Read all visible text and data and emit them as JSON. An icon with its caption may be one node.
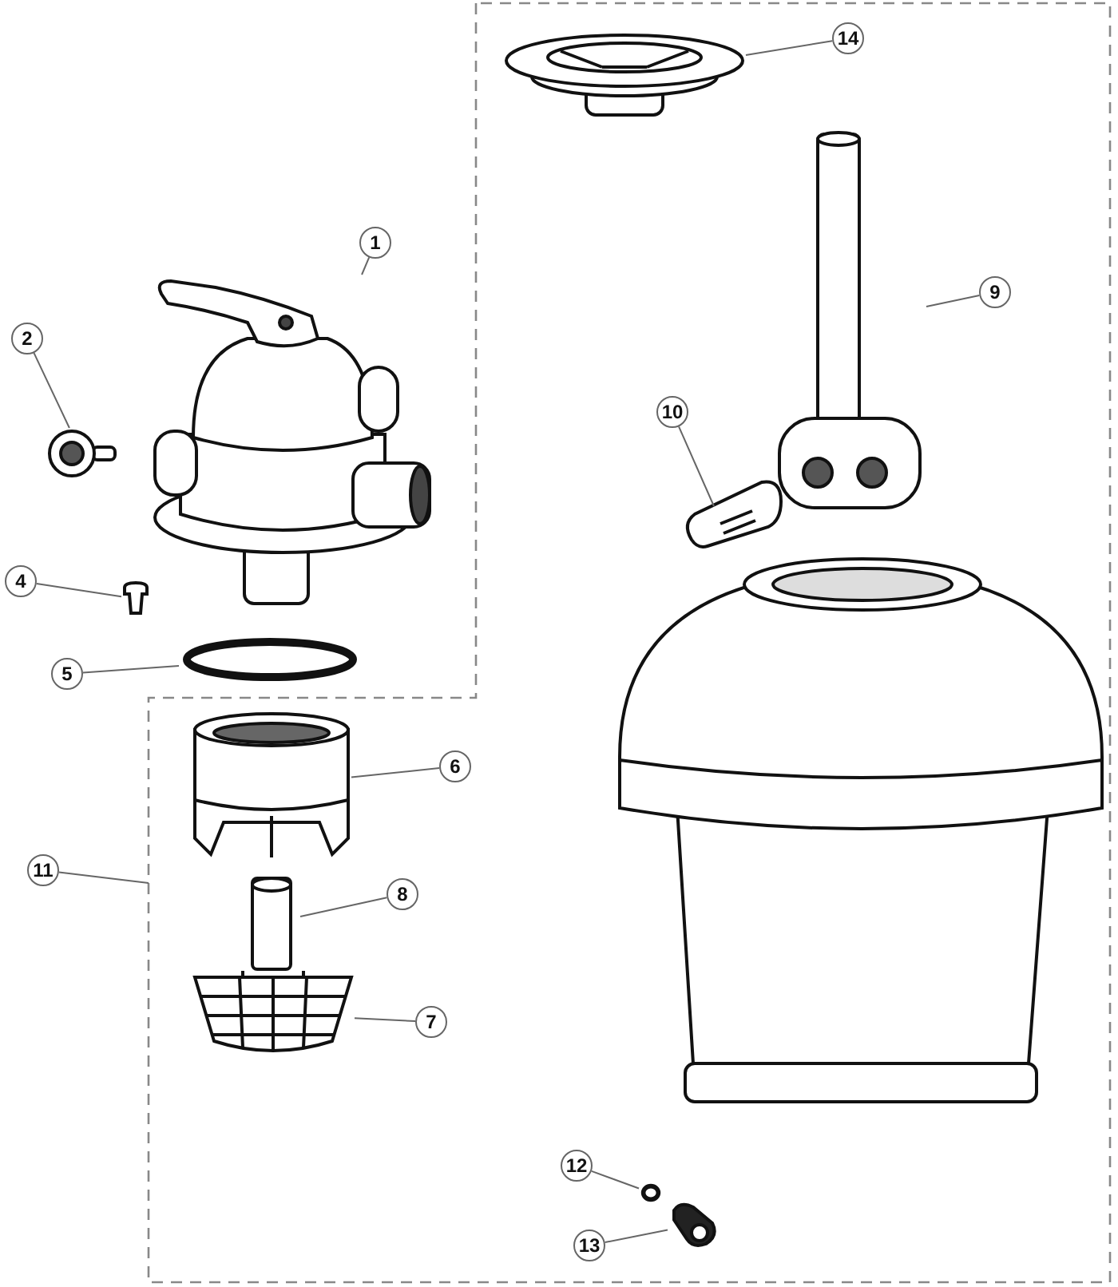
{
  "diagram": {
    "nodes": [
      {
        "text": [],
        "shape": "box"
      },
      {
        "text": [
          "14"
        ],
        "in": 0
      },
      {
        "text": [],
        "shape": "picture",
        "in": 0
      },
      {
        "text": [
          "1"
        ]
      },
      {
        "text": [],
        "shape": "picture"
      },
      {
        "text": [
          "9"
        ],
        "in": 0
      },
      {
        "text": [],
        "shape": "picture",
        "in": 0
      },
      {
        "text": [
          "2"
        ]
      },
      {
        "text": [],
        "shape": "picture"
      },
      {
        "text": [
          "10"
        ],
        "in": 0
      },
      {
        "text": [],
        "shape": "picture",
        "in": 0
      },
      {
        "text": [
          "4"
        ]
      },
      {
        "text": [],
        "shape": "plug"
      },
      {
        "text": [
          "5"
        ]
      },
      {
        "text": [],
        "shape": "ring"
      },
      {
        "text": [
          "6"
        ],
        "in": 0
      },
      {
        "text": [],
        "shape": "picture",
        "in": 0
      },
      {
        "text": [
          "11"
        ]
      },
      {
        "text": [
          "8"
        ],
        "in": 0
      },
      {
        "text": [],
        "shape": "picture",
        "in": 0
      },
      {
        "text": [
          "7"
        ],
        "in": 0
      },
      {
        "text": [],
        "shape": "basket",
        "in": 0
      },
      {
        "text": [
          "12"
        ],
        "in": 0
      },
      {
        "text": [],
        "shape": "ring",
        "in": 0
      },
      {
        "text": [
          "13"
        ],
        "in": 0
      },
      {
        "text": [],
        "shape": "picture",
        "in": 0
      }
    ],
    "edges": [
      {
        "from": 1,
        "to": 2,
        "arrow": "none"
      },
      {
        "from": 3,
        "to": 4,
        "arrow": "none"
      },
      {
        "from": 5,
        "to": 6,
        "arrow": "none"
      },
      {
        "from": 7,
        "to": 8,
        "arrow": "none"
      },
      {
        "from": 9,
        "to": 10,
        "arrow": "none"
      },
      {
        "from": 11,
        "to": 12,
        "arrow": "none"
      },
      {
        "from": 13,
        "to": 14,
        "arrow": "none"
      },
      {
        "from": 15,
        "to": 16,
        "arrow": "none"
      },
      {
        "from": 17,
        "to": 0,
        "arrow": "none"
      },
      {
        "from": 18,
        "to": 19,
        "arrow": "none"
      },
      {
        "from": 20,
        "to": 21,
        "arrow": "none"
      },
      {
        "from": 22,
        "to": 23,
        "arrow": "none"
      },
      {
        "from": 24,
        "to": 25,
        "arrow": "none"
      }
    ]
  }
}
